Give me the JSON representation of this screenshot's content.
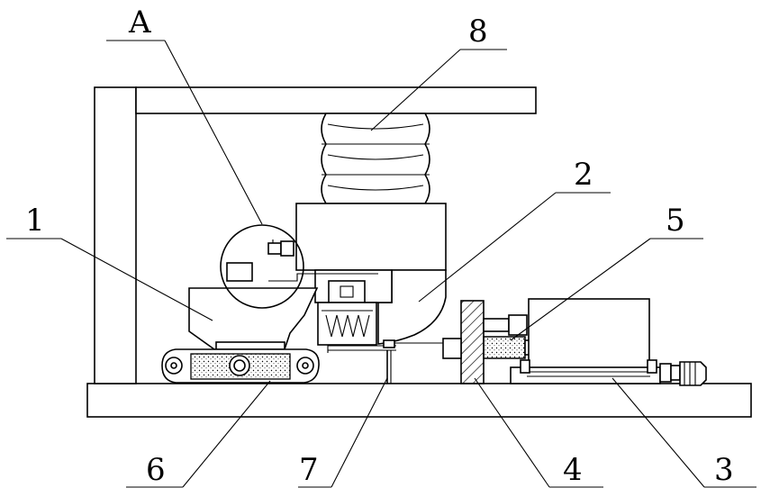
{
  "labels": {
    "A": "A",
    "l1": "1",
    "l2": "2",
    "l3": "3",
    "l4": "4",
    "l5": "5",
    "l6": "6",
    "l7": "7",
    "l8": "8"
  }
}
